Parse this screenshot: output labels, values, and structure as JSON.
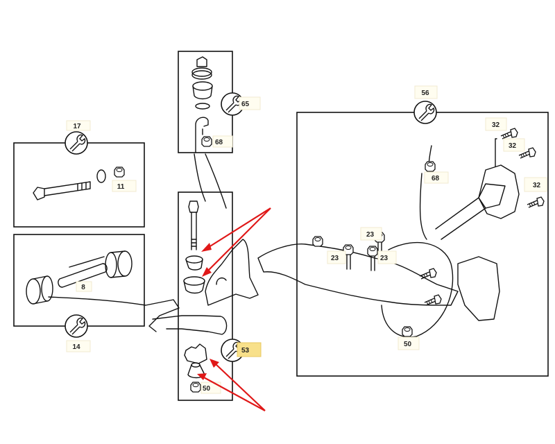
{
  "diagram": {
    "left_upper_group": {
      "wrench_label": "17",
      "nut_label": "11"
    },
    "left_lower_group": {
      "pin_label": "8",
      "wrench_label": "14"
    },
    "middle_upper_group": {
      "wrench_label": "65",
      "nut_label": "68"
    },
    "middle_lower_group": {
      "wrench_label": "53",
      "nut_label": "50"
    },
    "right_group": {
      "wrench_label": "56",
      "bolt_labels": [
        "32",
        "32",
        "32"
      ],
      "nut_label_top": "68",
      "stud_labels": [
        "23",
        "23",
        "23"
      ],
      "nut_label_bottom": "50"
    },
    "colors": {
      "arrow": "#e01818",
      "highlight": "#f8e08a"
    }
  }
}
